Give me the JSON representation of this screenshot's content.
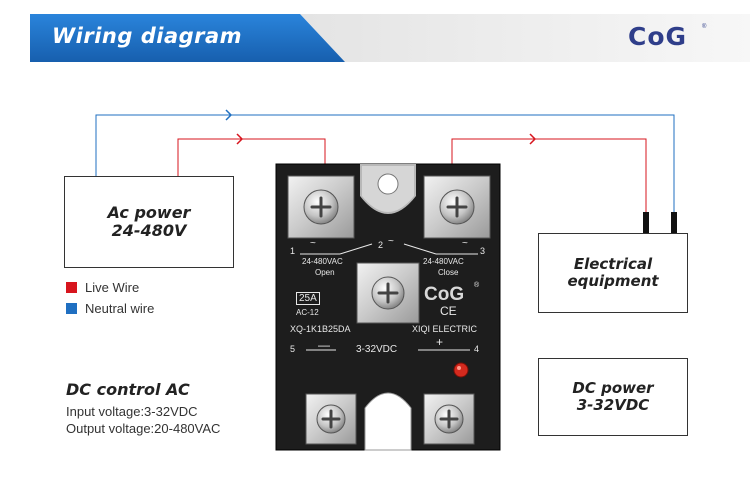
{
  "banner": {
    "title": "Wiring diagram",
    "brand": "CoG",
    "brand_mark": "®"
  },
  "boxes": {
    "ac_power": {
      "line1": "Ac power",
      "line2": "24-480V"
    },
    "equipment": {
      "line1": "Electrical",
      "line2": "equipment"
    },
    "dc_power": {
      "line1": "DC power",
      "line2": "3-32VDC"
    }
  },
  "legend": {
    "live": "Live Wire",
    "neutral": "Neutral wire"
  },
  "legend_colors": {
    "live": "#d7151e",
    "neutral": "#1f6fc1"
  },
  "dc_section": {
    "title": "DC control AC",
    "input": "Input voltage:3-32VDC",
    "output": "Output voltage:20-480VAC"
  },
  "relay": {
    "term1": "1",
    "tilde1": "~",
    "term2": "2",
    "tilde2": "~",
    "term3": "3",
    "tilde3": "~",
    "left_range": "24-480VAC",
    "left_state": "Open",
    "right_range": "24-480VAC",
    "right_state": "Close",
    "rating": "25A",
    "rating_sub": "AC-12",
    "brand": "CoG",
    "brand_mark": "®",
    "ce": "CE",
    "model": "XQ-1K1B25DA",
    "maker": "XIQI ELECTRIC",
    "term5": "5",
    "minus": "—",
    "dc_range": "3-32VDC",
    "plus": "+",
    "term4": "4"
  }
}
